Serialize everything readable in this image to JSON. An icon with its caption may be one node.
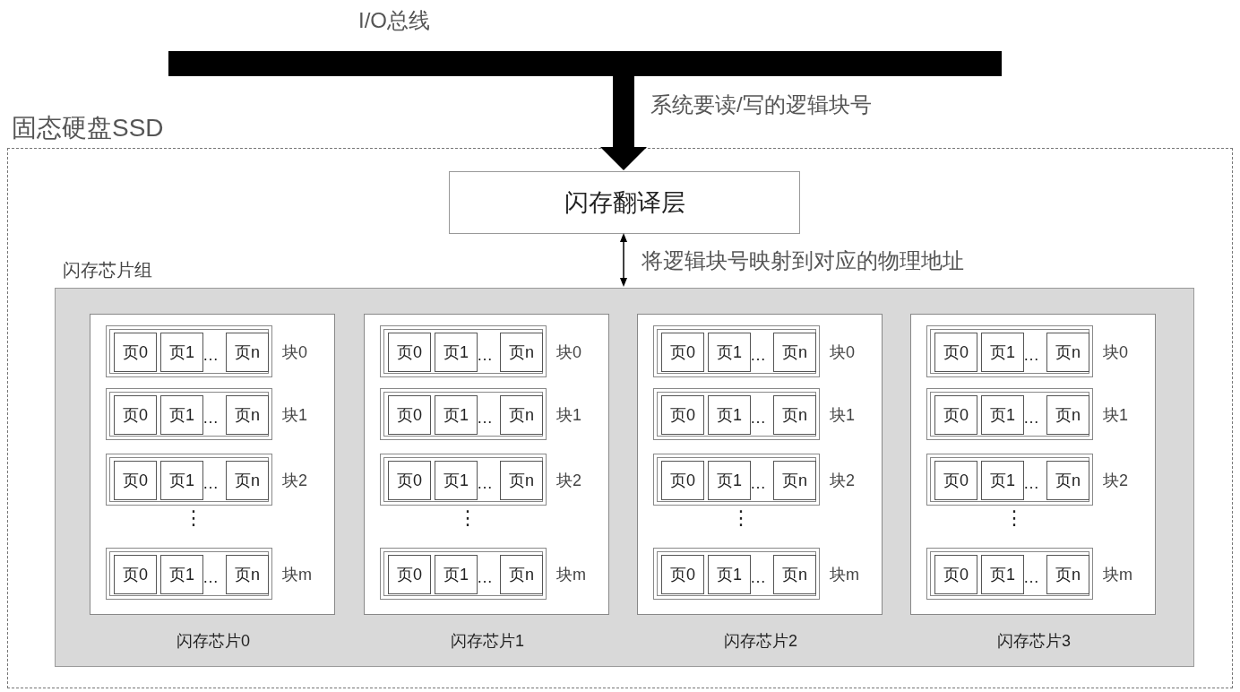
{
  "diagram": {
    "nodes": [
      {
        "text": [
          "I/O总线"
        ]
      },
      {
        "text": [
          "固态硬盘SSD"
        ]
      },
      {
        "text": [
          "闪存翻译层"
        ],
        "in": 1
      },
      {
        "text": [
          "闪存芯片组"
        ],
        "in": 1
      },
      {
        "text": [
          "⋮",
          "闪存芯片0"
        ],
        "in": 3
      },
      {
        "text": [
          "…",
          "块0"
        ],
        "in": 4
      },
      {
        "text": [
          "页0"
        ],
        "in": 5
      },
      {
        "text": [
          "页1"
        ],
        "in": 5
      },
      {
        "text": [
          "页n"
        ],
        "in": 5
      },
      {
        "text": [
          "…",
          "块1"
        ],
        "in": 4
      },
      {
        "text": [
          "页0"
        ],
        "in": 9
      },
      {
        "text": [
          "页1"
        ],
        "in": 9
      },
      {
        "text": [
          "页n"
        ],
        "in": 9
      },
      {
        "text": [
          "…",
          "块2"
        ],
        "in": 4
      },
      {
        "text": [
          "页0"
        ],
        "in": 13
      },
      {
        "text": [
          "页1"
        ],
        "in": 13
      },
      {
        "text": [
          "页n"
        ],
        "in": 13
      },
      {
        "text": [
          "…",
          "块m"
        ],
        "in": 4
      },
      {
        "text": [
          "页0"
        ],
        "in": 17
      },
      {
        "text": [
          "页1"
        ],
        "in": 17
      },
      {
        "text": [
          "页n"
        ],
        "in": 17
      },
      {
        "text": [
          "⋮",
          "闪存芯片1"
        ],
        "in": 3
      },
      {
        "text": [
          "…",
          "块0"
        ],
        "in": 21
      },
      {
        "text": [
          "页0"
        ],
        "in": 22
      },
      {
        "text": [
          "页1"
        ],
        "in": 22
      },
      {
        "text": [
          "页n"
        ],
        "in": 22
      },
      {
        "text": [
          "…",
          "块1"
        ],
        "in": 21
      },
      {
        "text": [
          "页0"
        ],
        "in": 26
      },
      {
        "text": [
          "页1"
        ],
        "in": 26
      },
      {
        "text": [
          "页n"
        ],
        "in": 26
      },
      {
        "text": [
          "…",
          "块2"
        ],
        "in": 21
      },
      {
        "text": [
          "页0"
        ],
        "in": 30
      },
      {
        "text": [
          "页1"
        ],
        "in": 30
      },
      {
        "text": [
          "页n"
        ],
        "in": 30
      },
      {
        "text": [
          "…",
          "块m"
        ],
        "in": 21
      },
      {
        "text": [
          "页0"
        ],
        "in": 34
      },
      {
        "text": [
          "页1"
        ],
        "in": 34
      },
      {
        "text": [
          "页n"
        ],
        "in": 34
      },
      {
        "text": [
          "⋮",
          "闪存芯片2"
        ],
        "in": 3
      },
      {
        "text": [
          "…",
          "块0"
        ],
        "in": 38
      },
      {
        "text": [
          "页0"
        ],
        "in": 39
      },
      {
        "text": [
          "页1"
        ],
        "in": 39
      },
      {
        "text": [
          "页n"
        ],
        "in": 39
      },
      {
        "text": [
          "…",
          "块1"
        ],
        "in": 38
      },
      {
        "text": [
          "页0"
        ],
        "in": 43
      },
      {
        "text": [
          "页1"
        ],
        "in": 43
      },
      {
        "text": [
          "页n"
        ],
        "in": 43
      },
      {
        "text": [
          "…",
          "块2"
        ],
        "in": 38
      },
      {
        "text": [
          "页0"
        ],
        "in": 47
      },
      {
        "text": [
          "页1"
        ],
        "in": 47
      },
      {
        "text": [
          "页n"
        ],
        "in": 47
      },
      {
        "text": [
          "…",
          "块m"
        ],
        "in": 38
      },
      {
        "text": [
          "页0"
        ],
        "in": 51
      },
      {
        "text": [
          "页1"
        ],
        "in": 51
      },
      {
        "text": [
          "页n"
        ],
        "in": 51
      },
      {
        "text": [
          "⋮",
          "闪存芯片3"
        ],
        "in": 3
      },
      {
        "text": [
          "…",
          "块0"
        ],
        "in": 55
      },
      {
        "text": [
          "页0"
        ],
        "in": 56
      },
      {
        "text": [
          "页1"
        ],
        "in": 56
      },
      {
        "text": [
          "页n"
        ],
        "in": 56
      },
      {
        "text": [
          "…",
          "块1"
        ],
        "in": 55
      },
      {
        "text": [
          "页0"
        ],
        "in": 60
      },
      {
        "text": [
          "页1"
        ],
        "in": 60
      },
      {
        "text": [
          "页n"
        ],
        "in": 60
      },
      {
        "text": [
          "…",
          "块2"
        ],
        "in": 55
      },
      {
        "text": [
          "页0"
        ],
        "in": 64
      },
      {
        "text": [
          "页1"
        ],
        "in": 64
      },
      {
        "text": [
          "页n"
        ],
        "in": 64
      },
      {
        "text": [
          "…",
          "块m"
        ],
        "in": 55
      },
      {
        "text": [
          "页0"
        ],
        "in": 68
      },
      {
        "text": [
          "页1"
        ],
        "in": 68
      },
      {
        "text": [
          "页n"
        ],
        "in": 68
      }
    ],
    "edges": [
      {
        "from": 0,
        "to": 2,
        "arrow": "to",
        "style": "thick",
        "label": "系统要读/写的逻辑块号"
      },
      {
        "from": 2,
        "to": 3,
        "arrow": "both",
        "label": "将逻辑块号映射到对应的物理地址"
      }
    ]
  }
}
